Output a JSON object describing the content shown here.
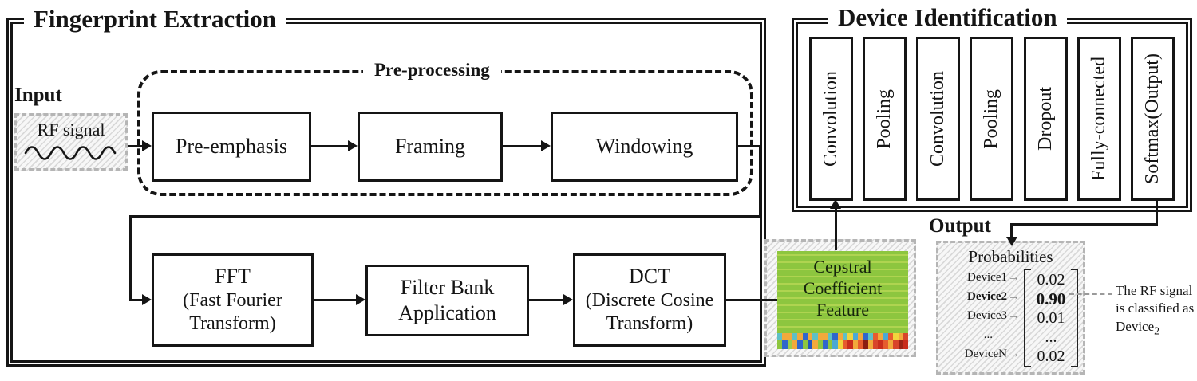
{
  "fingerprint_panel": {
    "title": "Fingerprint Extraction"
  },
  "device_panel": {
    "title": "Device Identification"
  },
  "input": {
    "label": "Input",
    "signal": "RF signal"
  },
  "preprocessing": {
    "label": "Pre-processing",
    "steps": [
      "Pre-emphasis",
      "Framing",
      "Windowing"
    ]
  },
  "feature_steps": [
    {
      "lines": [
        "FFT",
        "(Fast Fourier",
        "Transform)"
      ]
    },
    {
      "lines": [
        "Filter Bank",
        "Application"
      ]
    },
    {
      "lines": [
        "DCT",
        "(Discrete Cosine",
        "Transform)"
      ]
    }
  ],
  "feature": {
    "lines": [
      "Cepstral",
      "Coefficient",
      "Feature"
    ],
    "bg_color": "#8dc63f",
    "heatmap_rows": [
      [
        "#5ec0c6",
        "#f2a93b",
        "#f2a93b",
        "#5ec0c6",
        "#f2a93b",
        "#2f66cc",
        "#f2a93b",
        "#5ec0c6",
        "#f2a93b",
        "#f2a93b",
        "#5ec0c6",
        "#2f66cc",
        "#f2a93b",
        "#5ec0c6",
        "#f2d43d",
        "#4aa9d4",
        "#f2a93b",
        "#2f66cc",
        "#5ec0c6",
        "#e65c2e",
        "#f2a93b",
        "#4aa9d4",
        "#e65c2e",
        "#f2d43d",
        "#f2a93b",
        "#d8452a"
      ],
      [
        "#8dc63f",
        "#2f66cc",
        "#9ccd4a",
        "#f2a93b",
        "#2f66cc",
        "#8dc63f",
        "#2255bb",
        "#f2a93b",
        "#8dc63f",
        "#2f66cc",
        "#8dc63f",
        "#4aa9d4",
        "#f2d43d",
        "#e65c2e",
        "#c92d1c",
        "#f2a93b",
        "#e65c2e",
        "#8c1d12",
        "#f2a93b",
        "#d8452a",
        "#c92d1c",
        "#e65c2e",
        "#f2a93b",
        "#d8452a",
        "#9c2415",
        "#c92d1c"
      ]
    ]
  },
  "cnn_layers": [
    "Convolution",
    "Pooling",
    "Convolution",
    "Pooling",
    "Dropout",
    "Fully-connected",
    "Softmax(Output)"
  ],
  "output": {
    "label": "Output",
    "box_title": "Probabilities",
    "arrow_glyph": "→",
    "rows": [
      {
        "device": "Device1",
        "value": "0.02",
        "bold": false
      },
      {
        "device": "Device2",
        "value": "0.90",
        "bold": true
      },
      {
        "device": "Device3",
        "value": "0.01",
        "bold": false
      },
      {
        "device": "...",
        "value": "...",
        "bold": false
      },
      {
        "device": "DeviceN",
        "value": "0.02",
        "bold": false
      }
    ],
    "annotation": {
      "line1": "The RF signal",
      "line2": "is classified as",
      "device_base": "Device",
      "device_sub": "2"
    }
  },
  "colors": {
    "line": "#151515",
    "hatch_border": "#b5b5b5",
    "feature_green": "#8dc63f",
    "label_arrow_gray": "#8a8a8a"
  }
}
